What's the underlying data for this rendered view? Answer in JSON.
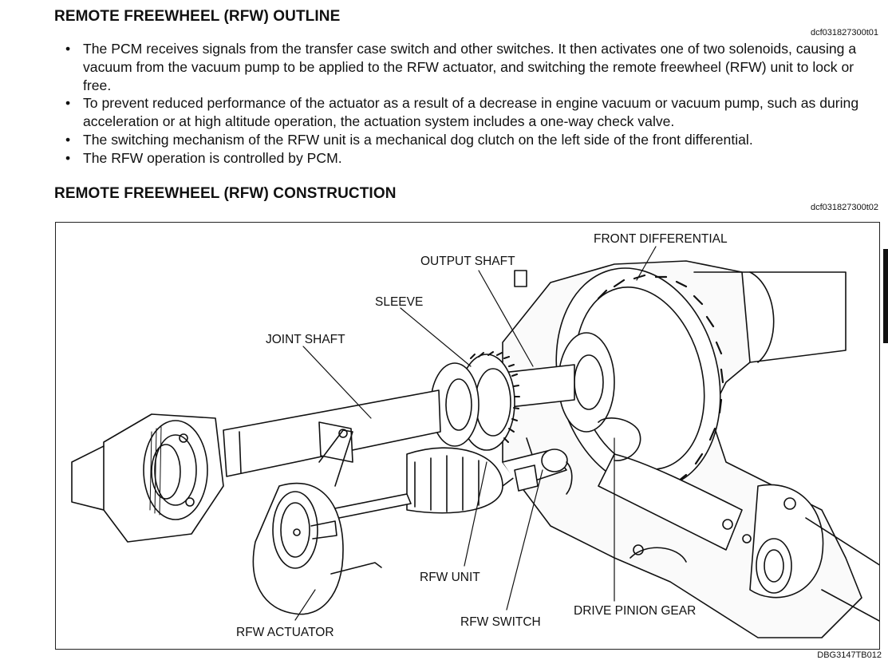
{
  "outline": {
    "title": "REMOTE FREEWHEEL (RFW) OUTLINE",
    "code": "dcf031827300t01",
    "bullets": [
      "The PCM receives signals from the transfer case switch and other switches. It then activates one of two solenoids, causing a vacuum from the vacuum pump to be applied to the RFW actuator, and switching the remote freewheel (RFW) unit to lock or free.",
      "To prevent reduced performance of the actuator as a result of a decrease in engine vacuum or vacuum pump, such as during acceleration or at high altitude operation, the actuation system includes a one-way check valve.",
      "The switching mechanism of the RFW unit is a mechanical dog clutch on the left side of the front differential.",
      "The RFW operation is controlled by PCM."
    ]
  },
  "construction": {
    "title": "REMOTE FREEWHEEL (RFW) CONSTRUCTION",
    "code": "dcf031827300t02",
    "figure_code": "DBG3147TB012",
    "labels": {
      "front_differential": "FRONT DIFFERENTIAL",
      "output_shaft": "OUTPUT SHAFT",
      "sleeve": "SLEEVE",
      "joint_shaft": "JOINT SHAFT",
      "rfw_unit": "RFW UNIT",
      "rfw_switch": "RFW SWITCH",
      "drive_pinion_gear": "DRIVE PINION GEAR",
      "rfw_actuator": "RFW ACTUATOR"
    }
  },
  "colors": {
    "ink": "#111111",
    "paper": "#ffffff"
  }
}
